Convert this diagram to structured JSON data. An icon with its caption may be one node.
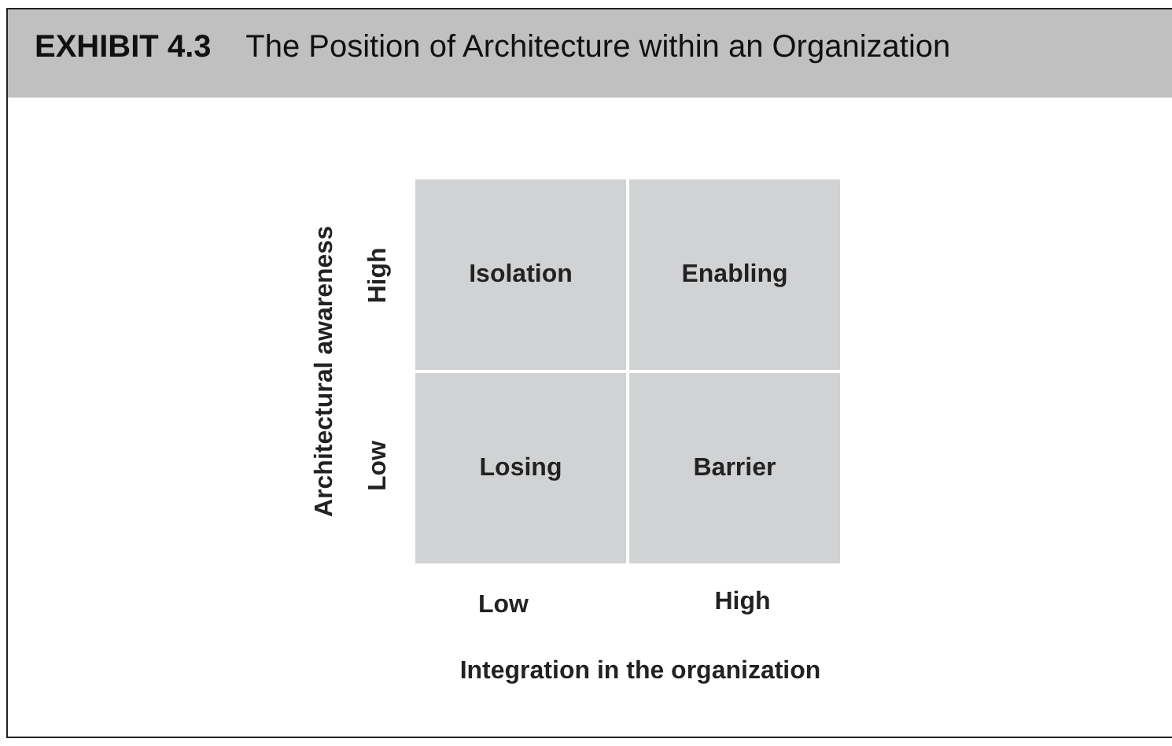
{
  "diagram": {
    "title": "**EXHIBIT 4.3**    The Position of Architecture within an Organization",
    "nodes": [
      {
        "text": [
          "Isolation"
        ]
      },
      {
        "text": [
          "Enabling"
        ]
      },
      {
        "text": [
          "Losing"
        ]
      },
      {
        "text": [
          "Barrier"
        ]
      }
    ],
    "labels": [
      "Architectural awareness",
      "High",
      "Low",
      "Low",
      "High",
      "Integration in the organization"
    ]
  }
}
